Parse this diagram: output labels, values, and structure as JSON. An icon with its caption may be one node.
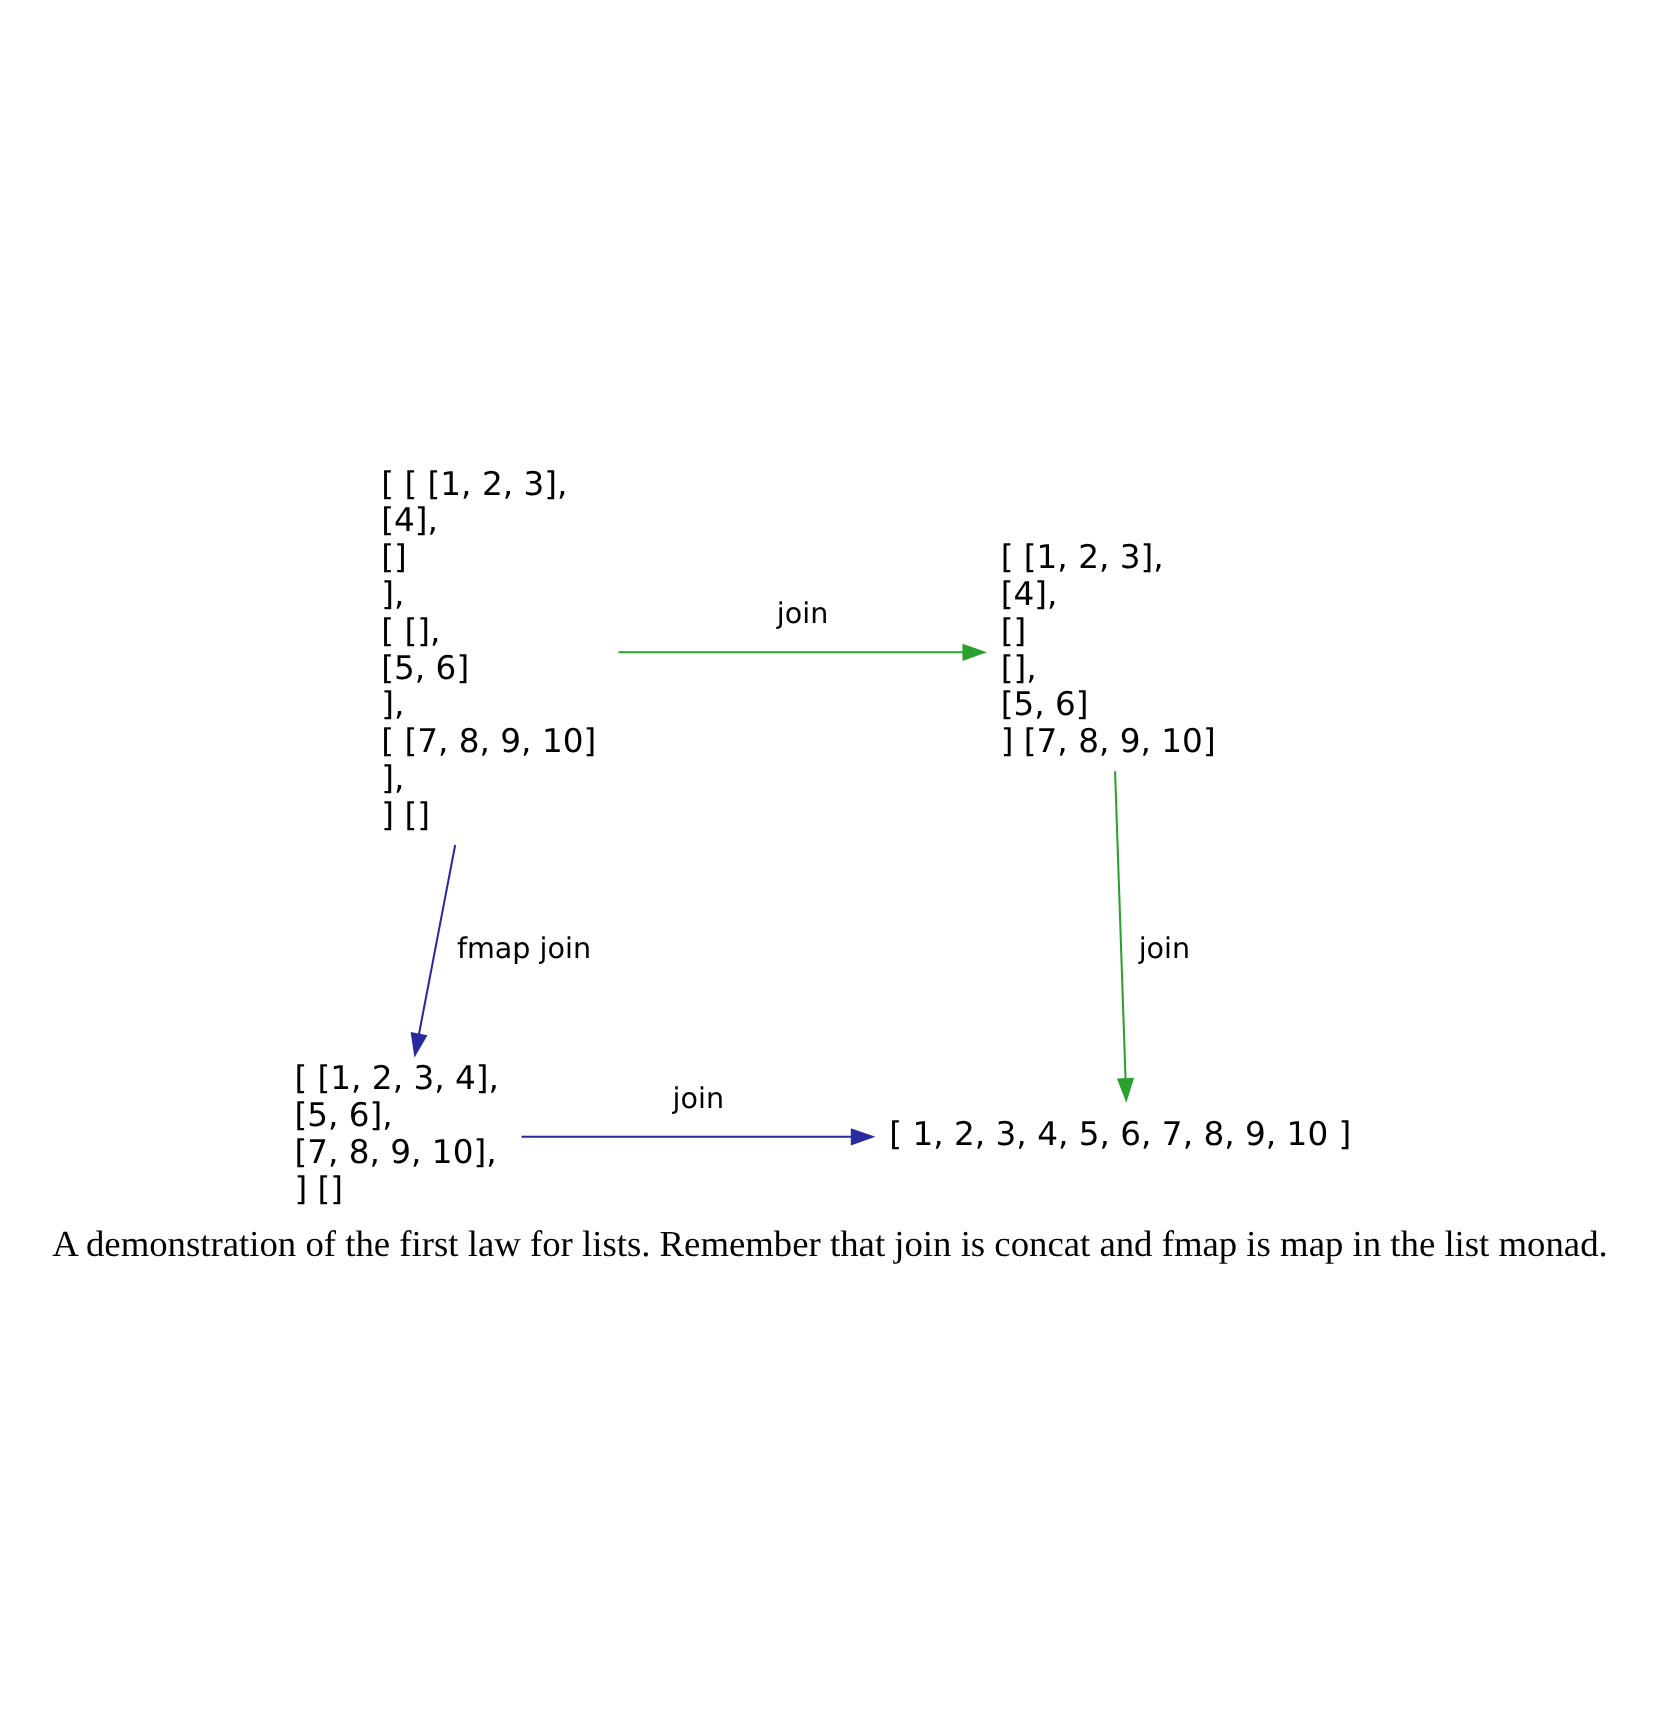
{
  "diagram": {
    "caption": "A demonstration of the first law for lists. Remember that join is concat and fmap is map in the list monad.",
    "nodes": [
      {
        "text": [
          "[ [ [1, 2, 3],",
          "[4],",
          "[]",
          "],",
          "[ [],",
          "[5, 6]",
          "],",
          "[ [7, 8, 9, 10]",
          "],",
          "] []"
        ]
      },
      {
        "text": [
          "[ [1, 2, 3],",
          "[4],",
          "[]",
          "[],",
          "[5, 6]",
          "] [7, 8, 9, 10]"
        ]
      },
      {
        "text": [
          "[ [1, 2, 3, 4],",
          "[5, 6],",
          "[7, 8, 9, 10],",
          "] []"
        ]
      },
      {
        "text": [
          "[ 1, 2, 3, 4, 5, 6, 7, 8, 9, 10 ]"
        ]
      }
    ],
    "edges": [
      {
        "from": 0,
        "to": 1,
        "arrow": "to",
        "label": "join",
        "color": "#2ca02c"
      },
      {
        "from": 1,
        "to": 3,
        "arrow": "to",
        "label": "join",
        "color": "#2ca02c"
      },
      {
        "from": 0,
        "to": 2,
        "arrow": "to",
        "label": "fmap join",
        "color": "#2a2aa0"
      },
      {
        "from": 2,
        "to": 3,
        "arrow": "to",
        "label": "join",
        "color": "#2a2aa0"
      }
    ]
  }
}
